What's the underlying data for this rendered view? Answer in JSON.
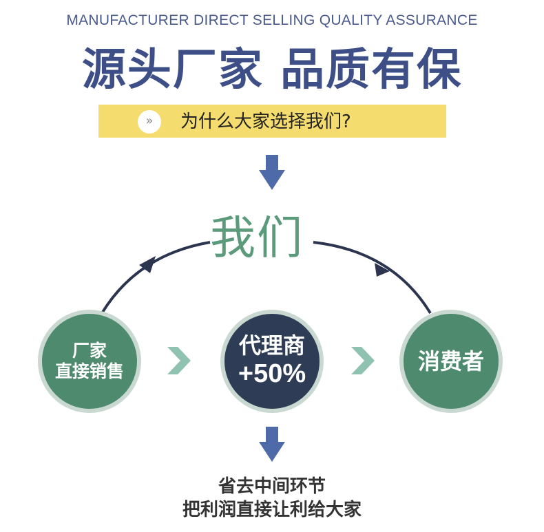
{
  "header": {
    "english_tagline": "MANUFACTURER DIRECT SELLING QUALITY ASSURANCE",
    "chinese_title": "源头厂家 品质有保"
  },
  "banner": {
    "icon": "double-chevron-right-icon",
    "icon_glyph": "»",
    "question": "为什么大家选择我们?"
  },
  "center_label": "我们",
  "nodes": {
    "factory": {
      "line1": "厂家",
      "line2": "直接销售"
    },
    "agent": {
      "line1": "代理商",
      "line2": "+50%"
    },
    "consumer": {
      "line1": "消费者"
    }
  },
  "bottom": {
    "line1": "省去中间环节",
    "line2": "把利润直接让利给大家"
  },
  "colors": {
    "title_blue": "#3d4f86",
    "banner_yellow": "#f5dc6e",
    "arrow_blue": "#4f6aa8",
    "circle_green": "#4d8a6e",
    "circle_navy": "#2f3c56",
    "chevron_light_green": "#8fc2b0"
  }
}
